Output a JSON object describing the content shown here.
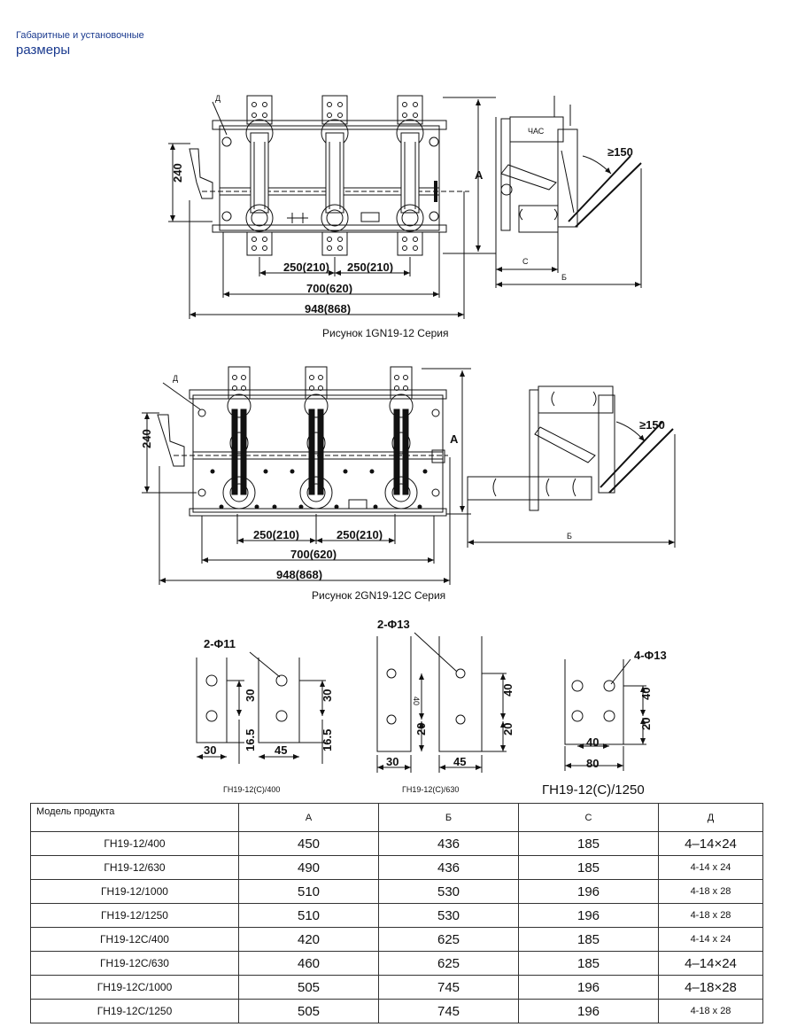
{
  "header": {
    "subtitle": "Габаритные и установочные",
    "title": "размеры"
  },
  "figure1": {
    "caption": "Рисунок 1GN19-12 Серия",
    "dims": {
      "height": "240",
      "pitch1": "250(210)",
      "pitch2": "250(210)",
      "inner": "700(620)",
      "outer": "948(868)",
      "label_a": "A",
      "label_d": "Д",
      "label_c": "С",
      "label_b": "Б",
      "angle": "≥150",
      "insulator_tag": "ЧАС"
    }
  },
  "figure2": {
    "caption": "Рисунок 2GN19-12C Серия",
    "dims": {
      "height": "240",
      "pitch1": "250(210)",
      "pitch2": "250(210)",
      "inner": "700(620)",
      "outer": "948(868)",
      "label_a": "A",
      "label_d": "Д",
      "label_b": "Б",
      "angle": "≥150"
    }
  },
  "details": [
    {
      "caption": "ГН19-12(С)/400",
      "holes": "2-Φ11",
      "dims": [
        "30",
        "30",
        "16.5",
        "30",
        "45",
        "16.5"
      ]
    },
    {
      "caption": "ГН19-12(С)/630",
      "holes": "2-Φ13",
      "dims": [
        "40",
        "20",
        "30",
        "40",
        "20",
        "45"
      ],
      "rotated_mark": "40"
    },
    {
      "caption": "ГН19-12(С)/1250",
      "holes": "4-Φ13",
      "dims": [
        "40",
        "20",
        "40",
        "80"
      ]
    }
  ],
  "table": {
    "headers": [
      "Модель продукта",
      "А",
      "Б",
      "С",
      "Д"
    ],
    "rows": [
      {
        "model": "ГН19-12/400",
        "a": "450",
        "b": "436",
        "c": "185",
        "d": "4–14×24",
        "d_big": true
      },
      {
        "model": "ГН19-12/630",
        "a": "490",
        "b": "436",
        "c": "185",
        "d": "4-14 x 24",
        "d_big": false
      },
      {
        "model": "ГН19-12/1000",
        "a": "510",
        "b": "530",
        "c": "196",
        "d": "4-18 x 28",
        "d_big": false
      },
      {
        "model": "ГН19-12/1250",
        "a": "510",
        "b": "530",
        "c": "196",
        "d": "4-18 x 28",
        "d_big": false
      },
      {
        "model": "ГН19-12С/400",
        "a": "420",
        "b": "625",
        "c": "185",
        "d": "4-14 x 24",
        "d_big": false
      },
      {
        "model": "ГН19-12С/630",
        "a": "460",
        "b": "625",
        "c": "185",
        "d": "4–14×24",
        "d_big": true
      },
      {
        "model": "ГН19-12С/1000",
        "a": "505",
        "b": "745",
        "c": "196",
        "d": "4–18×28",
        "d_big": true
      },
      {
        "model": "ГН19-12С/1250",
        "a": "505",
        "b": "745",
        "c": "196",
        "d": "4-18 x 28",
        "d_big": false
      }
    ]
  }
}
